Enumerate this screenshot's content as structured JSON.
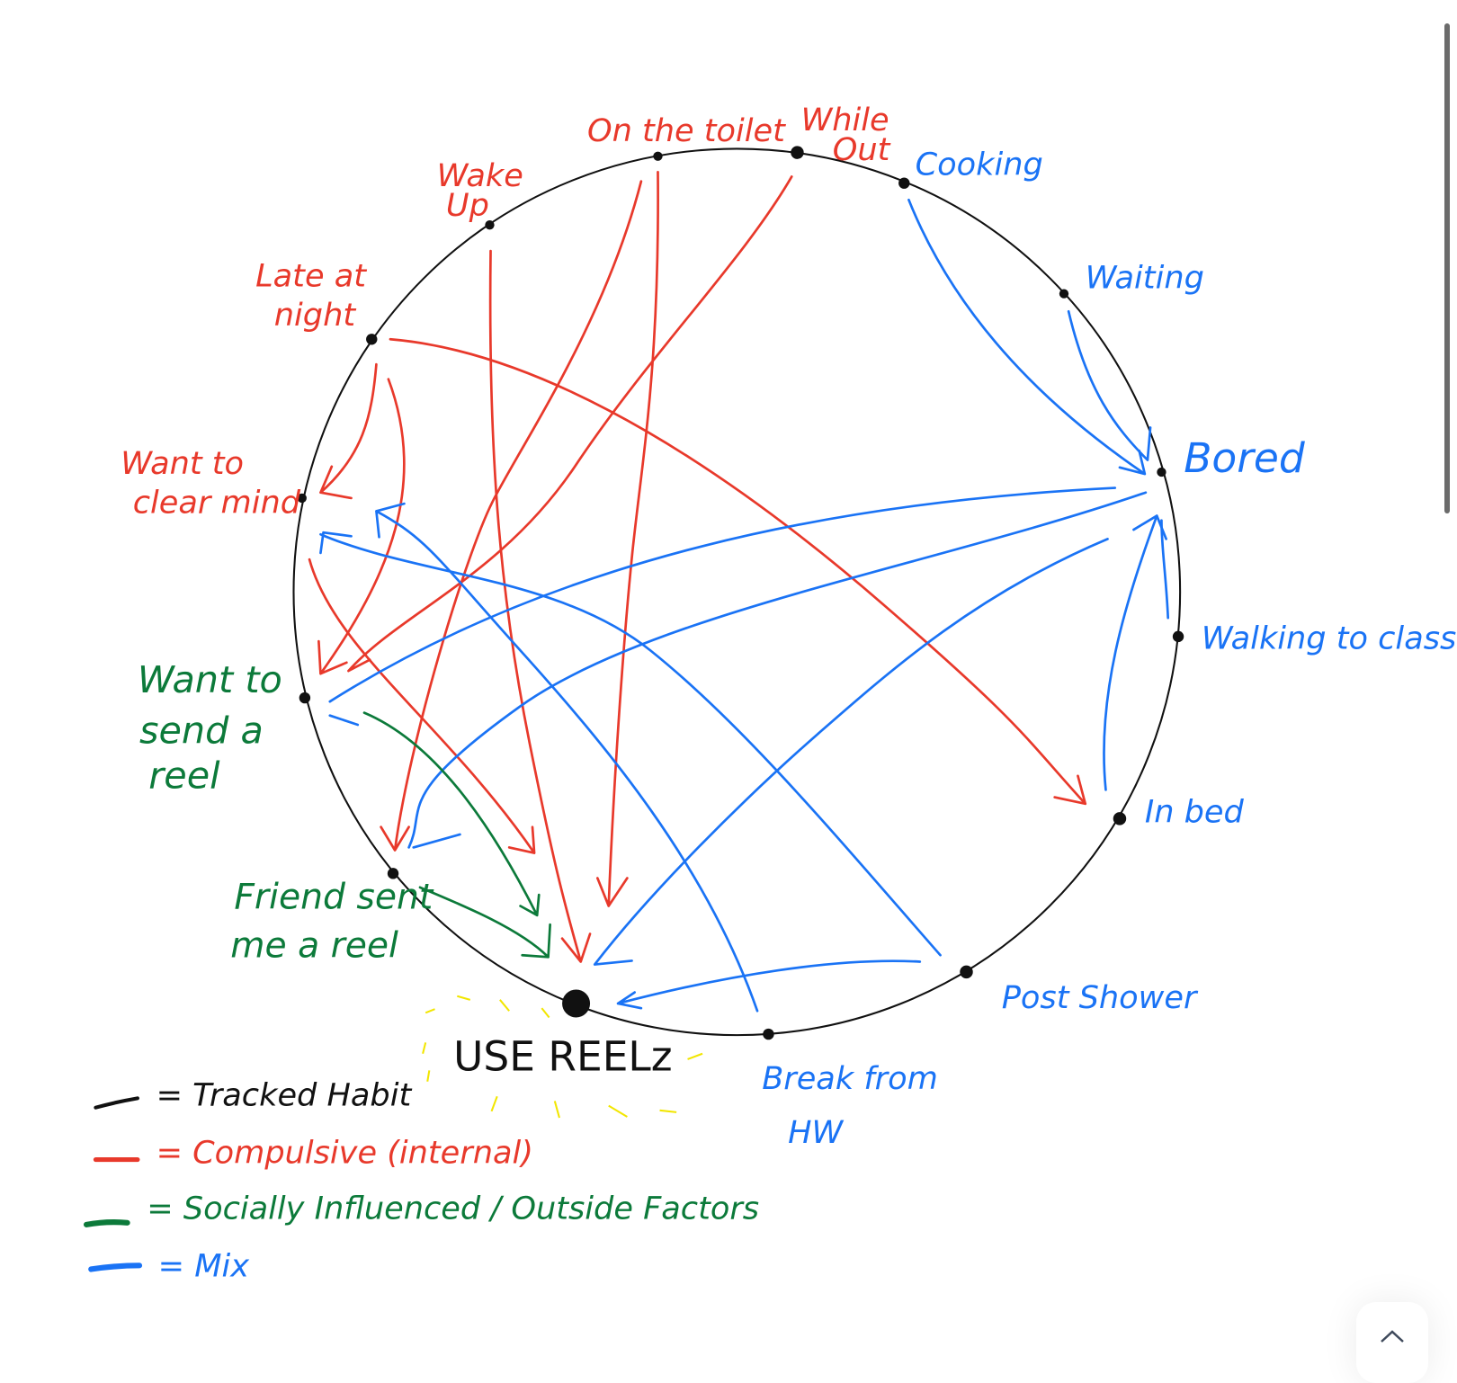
{
  "colors": {
    "tracked": "#111111",
    "compulsive": "#e8392b",
    "social": "#0c7a3a",
    "mix": "#1a73f5",
    "highlight": "#f2e600"
  },
  "center": {
    "label": "USE REELz"
  },
  "nodes": {
    "wake_up": [
      "Wake",
      "Up"
    ],
    "on_the_toilet": "On the toilet",
    "while_out": [
      "While",
      "Out"
    ],
    "cooking": "Cooking",
    "waiting": "Waiting",
    "bored": "Bored",
    "walking_to_class": "Walking to class",
    "in_bed": "In bed",
    "post_shower": "Post Shower",
    "break_from_hw": [
      "Break from",
      "HW"
    ],
    "friend_sent_reel": [
      "Friend sent",
      "me a reel"
    ],
    "want_to_send_reel": [
      "Want to",
      "send a",
      "reel"
    ],
    "want_to_clear_mind": [
      "Want to",
      "clear mind"
    ],
    "late_at_night": [
      "Late at",
      "night"
    ]
  },
  "legend": [
    {
      "label": "= Tracked Habit",
      "category": "tracked"
    },
    {
      "label": "= Compulsive (internal)",
      "category": "compulsive"
    },
    {
      "label": "= Socially Influenced / Outside Factors",
      "category": "social"
    },
    {
      "label": "= Mix",
      "category": "mix"
    }
  ],
  "ui": {
    "scroll_top_icon": "chevron-up-icon"
  }
}
